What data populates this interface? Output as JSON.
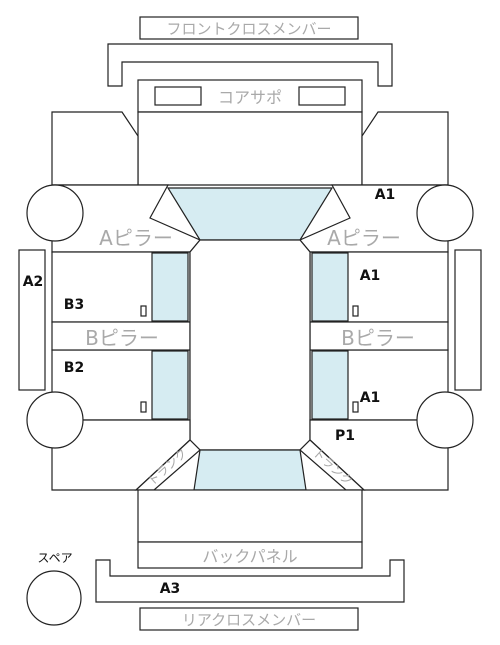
{
  "labels": {
    "front_cross_member": "フロントクロスメンバー",
    "core_support": "コアサポ",
    "a_pillar_left": "Aピラー",
    "a_pillar_right": "Aピラー",
    "b_pillar_left": "Bピラー",
    "b_pillar_right": "Bピラー",
    "trunk_left": "トランク",
    "trunk_right": "トランク",
    "back_panel": "バックパネル",
    "spare": "スペア",
    "rear_cross_member": "リアクロスメンバー"
  },
  "codes": {
    "a1_front_right": "A1",
    "a1_right_upper": "A1",
    "a1_right_lower": "A1",
    "a2": "A2",
    "a3": "A3",
    "b3": "B3",
    "b2": "B2",
    "p1": "P1"
  },
  "colors": {
    "glass": "#d6ecf2",
    "outline": "#222222",
    "label_gray": "#a9a9a9"
  }
}
